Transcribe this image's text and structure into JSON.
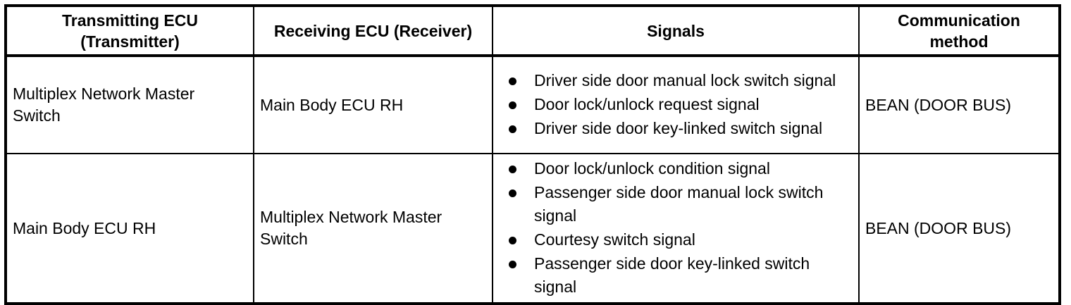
{
  "table": {
    "headers": [
      {
        "key": "transmitting_ecu",
        "line1": "Transmitting ECU",
        "line2": "(Transmitter)"
      },
      {
        "key": "receiving_ecu",
        "line1": "Receiving ECU (Receiver)",
        "line2": ""
      },
      {
        "key": "signals",
        "line1": "Signals",
        "line2": ""
      },
      {
        "key": "communication_method",
        "line1": "Communication",
        "line2": "method"
      }
    ],
    "rows": [
      {
        "transmitter": "Multiplex Network Master\nSwitch",
        "receiver": "Main Body ECU RH",
        "signals": [
          "Driver side door manual lock switch signal",
          "Door lock/unlock request signal",
          "Driver side door key-linked switch signal"
        ],
        "communication_method": "BEAN (DOOR BUS)"
      },
      {
        "transmitter": "Main Body ECU RH",
        "receiver": "Multiplex Network Master\nSwitch",
        "signals": [
          "Door lock/unlock condition signal",
          "Passenger side door manual lock switch signal",
          "Courtesy switch signal",
          "Passenger side door key-linked switch signal"
        ],
        "communication_method": "BEAN (DOOR BUS)"
      }
    ]
  }
}
